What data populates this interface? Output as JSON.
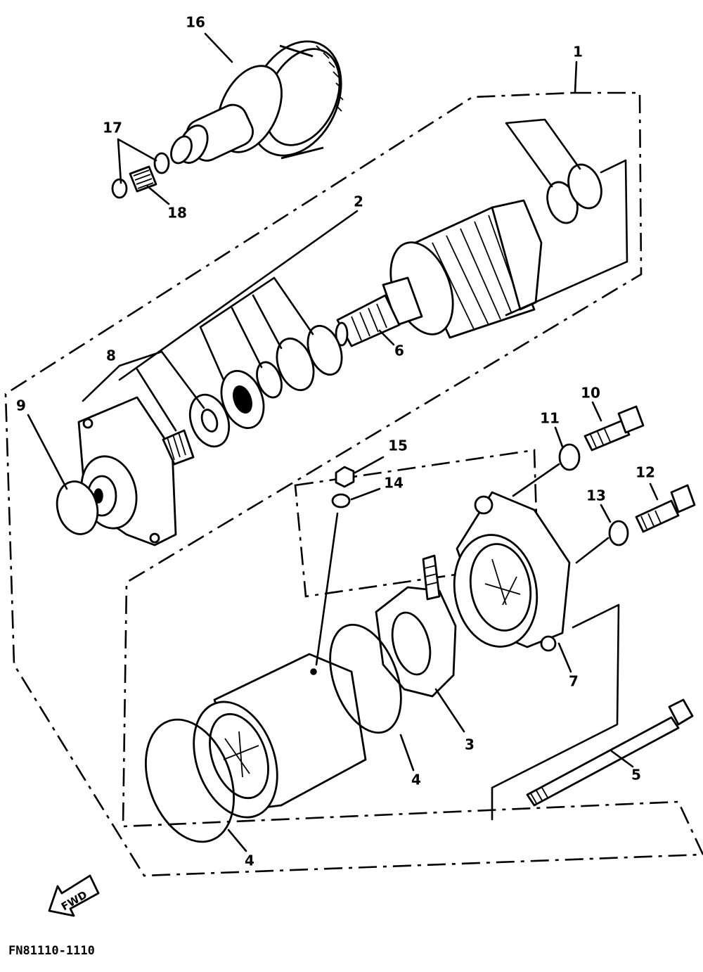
{
  "diagram": {
    "figure_code": "FN81110-1110",
    "fwd_label": "FWD",
    "labels": [
      {
        "id": "1",
        "text": "1"
      },
      {
        "id": "2",
        "text": "2"
      },
      {
        "id": "3",
        "text": "3"
      },
      {
        "id": "4a",
        "text": "4"
      },
      {
        "id": "4b",
        "text": "4"
      },
      {
        "id": "5",
        "text": "5"
      },
      {
        "id": "6",
        "text": "6"
      },
      {
        "id": "7",
        "text": "7"
      },
      {
        "id": "8",
        "text": "8"
      },
      {
        "id": "9",
        "text": "9"
      },
      {
        "id": "10",
        "text": "10"
      },
      {
        "id": "11",
        "text": "11"
      },
      {
        "id": "12",
        "text": "12"
      },
      {
        "id": "13",
        "text": "13"
      },
      {
        "id": "14",
        "text": "14"
      },
      {
        "id": "15",
        "text": "15"
      },
      {
        "id": "16",
        "text": "16"
      },
      {
        "id": "17",
        "text": "17"
      },
      {
        "id": "18",
        "text": "18"
      }
    ]
  }
}
